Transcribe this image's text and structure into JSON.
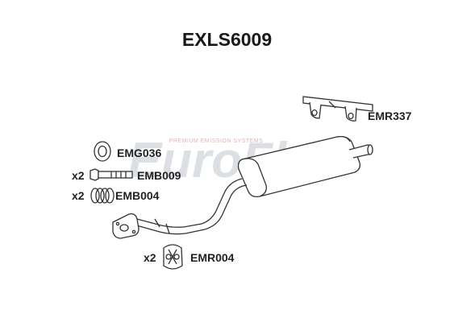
{
  "diagram": {
    "part_number": "EXLS6009",
    "watermark": {
      "brand": "EuroFlo",
      "tagline": "PREMIUM EMISSION SYSTEMS"
    },
    "components": [
      {
        "code": "EMR337",
        "quantity": ""
      },
      {
        "code": "EMG036",
        "quantity": ""
      },
      {
        "code": "EMB009",
        "quantity": "x2"
      },
      {
        "code": "EMB004",
        "quantity": "x2"
      },
      {
        "code": "EMR004",
        "quantity": "x2"
      }
    ],
    "colors": {
      "outline": "#333333",
      "watermark": "#d7dbe0",
      "watermark_accent": "#f0c9c9"
    }
  }
}
